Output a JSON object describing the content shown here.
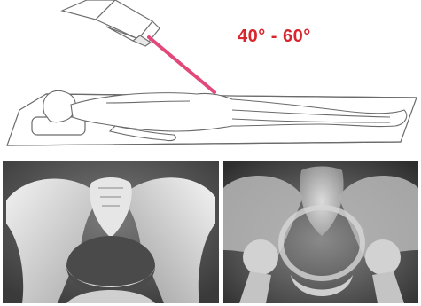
{
  "figure": {
    "angle_label": "40° - 60°",
    "colors": {
      "beam": "#e2487a",
      "label": "#d7262e",
      "line_art": "#7a7a7a"
    }
  },
  "panels": [
    {
      "id": "positioning-illustration"
    },
    {
      "id": "pelvis-bone-photo"
    },
    {
      "id": "pelvis-xray"
    }
  ]
}
